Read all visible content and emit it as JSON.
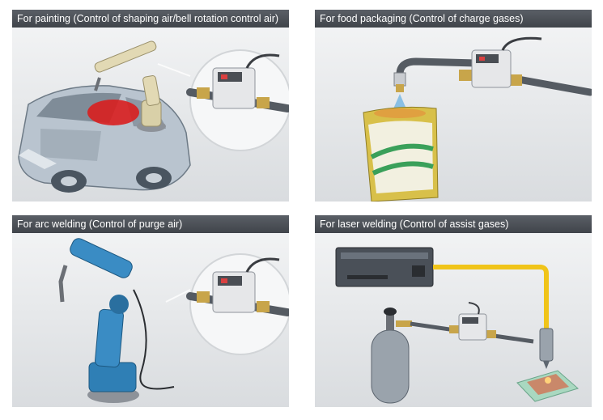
{
  "panels": [
    {
      "title": "For painting (Control of shaping air/bell rotation control air)"
    },
    {
      "title": "For food packaging (Control of charge gases)"
    },
    {
      "title": "For arc welding (Control of purge air)"
    },
    {
      "title": "For laser welding (Control of assist gases)"
    }
  ],
  "colors": {
    "title_bar": "#4a4e54",
    "sensor_body": "#e6e7e9",
    "sensor_display": "#4a4e54",
    "brass_fitting": "#c8a54a",
    "robot_yellow": "#d9d0a8",
    "robot_blue": "#2f7fb5",
    "paint_red": "#d91e1e",
    "fiber_yellow": "#f0c419"
  },
  "icons": [
    "flow-sensor-icon",
    "painting-robot-icon",
    "car-body-icon",
    "spray-nozzle-icon",
    "food-pouch-icon",
    "welding-robot-icon",
    "laser-oscillator-icon",
    "gas-cylinder-icon",
    "laser-head-icon",
    "workpiece-icon"
  ]
}
